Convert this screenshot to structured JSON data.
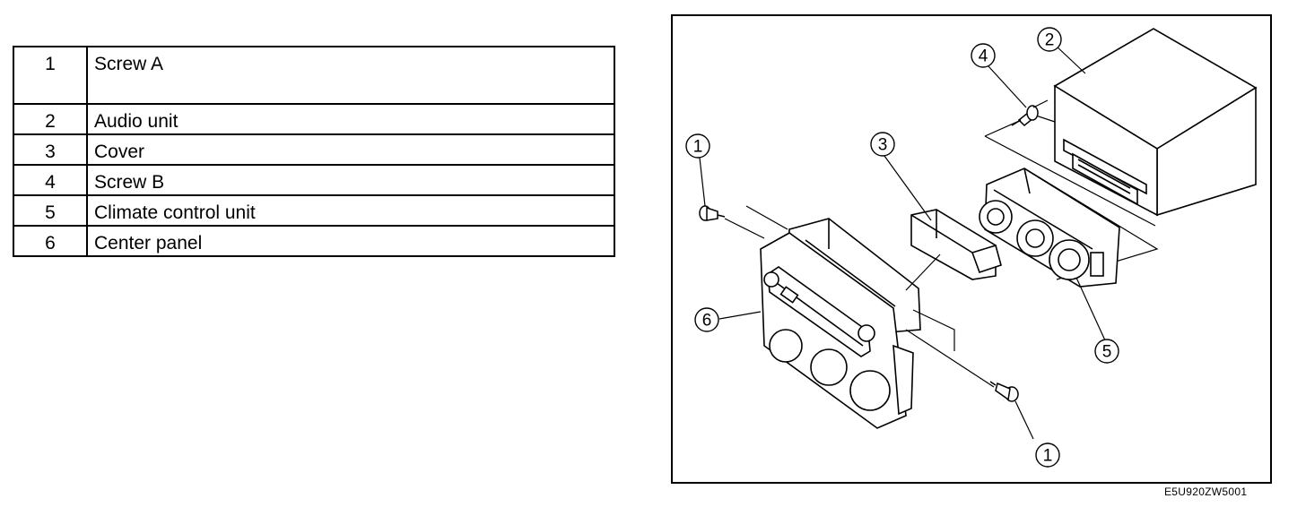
{
  "parts": [
    {
      "num": "1",
      "name": "Screw A"
    },
    {
      "num": "2",
      "name": "Audio unit"
    },
    {
      "num": "3",
      "name": "Cover"
    },
    {
      "num": "4",
      "name": "Screw B"
    },
    {
      "num": "5",
      "name": "Climate control unit"
    },
    {
      "num": "6",
      "name": "Center panel"
    }
  ],
  "callouts": {
    "screw_a_top": "1",
    "audio_unit": "2",
    "cover": "3",
    "screw_b": "4",
    "climate_control": "5",
    "center_panel": "6",
    "screw_a_bottom": "1"
  },
  "figure_code": "E5U920ZW5001"
}
